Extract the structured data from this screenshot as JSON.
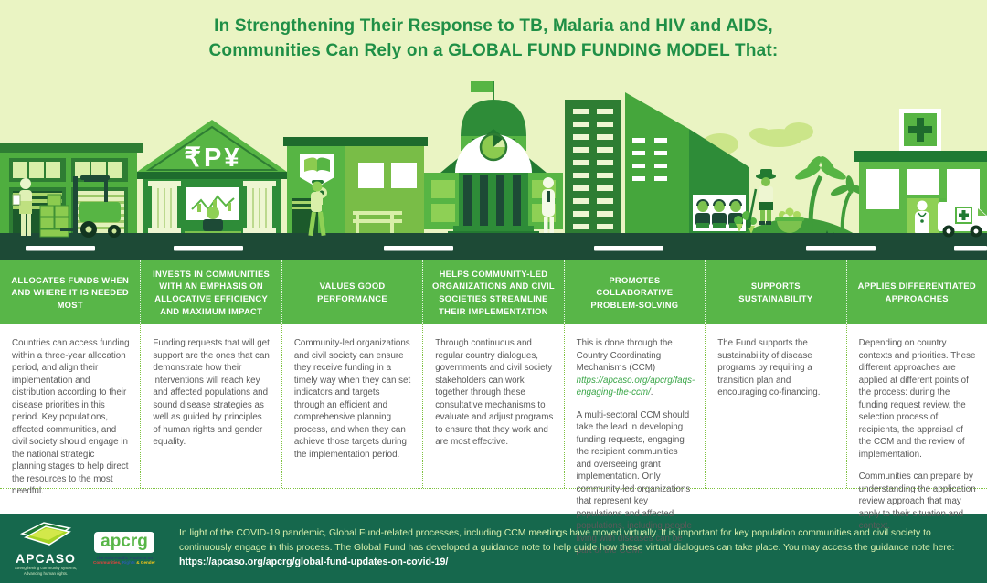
{
  "title": {
    "line1": "In Strengthening Their Response to TB, Malaria and HIV and AIDS,",
    "line2": "Communities Can Rely on a GLOBAL FUND FUNDING MODEL That:"
  },
  "illustration": {
    "currency_symbols": "₹P¥"
  },
  "columns": [
    {
      "header": "ALLOCATES FUNDS WHEN AND WHERE IT IS NEEDED MOST",
      "paragraphs": [
        "Countries can access funding within a three-year allocation period, and align their implementation and distribution according to their disease priorities in this period. Key populations, affected communities, and civil society should engage in the national strategic planning stages to help direct the resources to the most needful."
      ]
    },
    {
      "header": "INVESTS IN COMMUNITIES WITH AN EMPHASIS ON ALLOCATIVE EFFICIENCY AND MAXIMUM IMPACT",
      "paragraphs": [
        "Funding requests that will get support are the ones that can demonstrate how their interventions will reach key and affected populations and sound disease strategies as well as guided by principles of human rights and gender equality."
      ]
    },
    {
      "header": "VALUES GOOD PERFORMANCE",
      "paragraphs": [
        "Community-led organizations and civil society can ensure they receive funding in a timely way when they can set indicators and targets through an efficient and comprehensive planning process, and when they can achieve those targets during the implementation period."
      ]
    },
    {
      "header": "HELPS COMMUNITY-LED ORGANIZATIONS AND CIVIL SOCIETIES STREAMLINE THEIR IMPLEMENTATION",
      "paragraphs": [
        "Through continuous and regular country dialogues, governments and civil society stakeholders can work together through these consultative mechanisms to evaluate and adjust programs to ensure that they work and are most effective."
      ]
    },
    {
      "header": "PROMOTES COLLABORATIVE PROBLEM-SOLVING",
      "intro": "This is done through the Country Coordinating Mechanisms (CCM)",
      "link": "https://apcaso.org/apcrg/faqs-engaging-the-ccm/",
      "link_suffix": ".",
      "paragraphs": [
        "A multi-sectoral CCM should take the lead in developing funding requests, engaging the recipient communities and overseeing grant implementation. Only community-led organizations that represent key populations and affected populations, including people living with diseases can be part of the CCM."
      ]
    },
    {
      "header": "SUPPORTS SUSTAINABILITY",
      "paragraphs": [
        "The Fund supports the sustainability of disease programs by requiring a transition plan and encouraging co-financing."
      ]
    },
    {
      "header": "APPLIES DIFFERENTIATED APPROACHES",
      "paragraphs": [
        "Depending on country contexts and priorities. These different approaches are applied at different points of the process: during the funding request review, the selection process of recipients, the appraisal of the CCM and the review of implementation.",
        "Communities can prepare by understanding the application review approach that may apply to their situation and context."
      ]
    }
  ],
  "footer": {
    "text": "In light of the COVID-19 pandemic, Global Fund-related processes, including CCM meetings have moved virtually. It is important for key population communities and civil society to continuously engage in this process. The Global Fund has developed a guidance note to help guide how these virtual dialogues can take place. You may access the guidance note here:",
    "url": "https://apcaso.org/apcrg/global-fund-updates-on-covid-19/",
    "apcaso": {
      "name": "APCASO",
      "tagline1": "Strengthening community systems,",
      "tagline2": "Advancing human rights."
    },
    "apcrg": {
      "name": "apcrg",
      "tagline1": "The Asia-Pacific Platform on",
      "tag_communities": "Communities,",
      "tag_rights": " Rights",
      "tag_gender": " & Gender"
    }
  },
  "colors": {
    "band_green": "#58b648",
    "title_green": "#1f8f46",
    "footer_green": "#16684d",
    "sky": "#eaf4c3",
    "road": "#1d4a36",
    "link_green": "#3aa648"
  }
}
